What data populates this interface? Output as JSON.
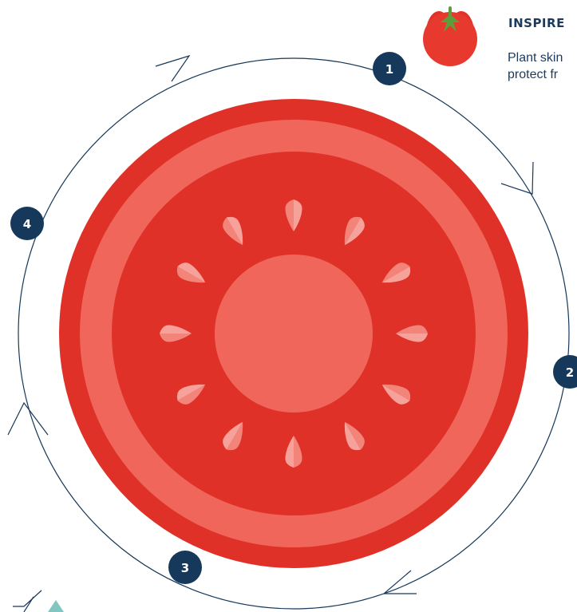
{
  "colors": {
    "navy": "#16385a",
    "tomato_dark": "#df3128",
    "tomato_light": "#f0665a",
    "seed": "#f3847a",
    "leaf": "#5e9e3a",
    "aqua": "#7fc7c0"
  },
  "cycle": {
    "steps": [
      {
        "number": "1"
      },
      {
        "number": "2"
      },
      {
        "number": "3"
      },
      {
        "number": "4"
      }
    ]
  },
  "info_panel": {
    "icon": "tomato-icon",
    "title": "INSPIRE",
    "description_lines": [
      "Plant skin",
      "protect fr"
    ]
  }
}
